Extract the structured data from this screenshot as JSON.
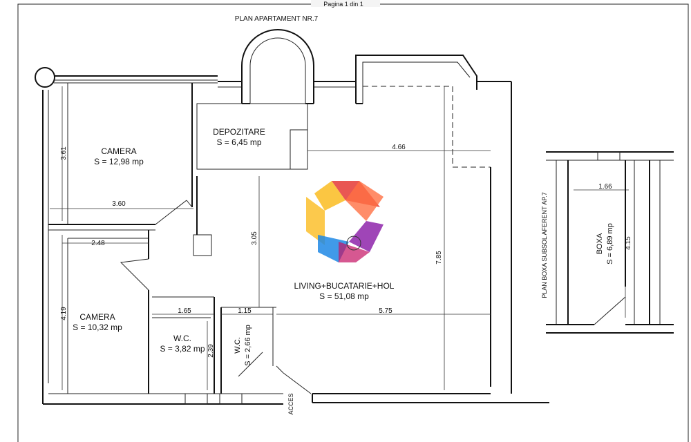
{
  "header": {
    "page_indicator": "Pagina 1 din 1",
    "title": "PLAN APARTAMENT NR.7"
  },
  "rooms": [
    {
      "name": "CAMERA",
      "area": "S = 12,98 mp"
    },
    {
      "name": "DEPOZITARE",
      "area": "S = 6,45 mp"
    },
    {
      "name": "CAMERA",
      "area": "S = 10,32 mp"
    },
    {
      "name": "W.C.",
      "area": "S = 3,82 mp"
    },
    {
      "name": "W.C.",
      "area": "S = 2,66 mp"
    },
    {
      "name": "LIVING+BUCATARIE+HOL",
      "area": "S = 51,08 mp"
    },
    {
      "name": "BOXA",
      "area": "S = 6,89 mp"
    }
  ],
  "dimensions": [
    "3.61",
    "3.60",
    "2.48",
    "4.19",
    "4.66",
    "3.05",
    "7.85",
    "1.65",
    "1.15",
    "2.39",
    "5.75",
    "1.66",
    "4.15"
  ],
  "labels": {
    "access": "ACCES",
    "storage_plan": "PLAN BOXA SUBSOL AFERENT AP.7"
  },
  "logo": {
    "colors": [
      "#e53935",
      "#fbc02d",
      "#1e88e5",
      "#8e24aa",
      "#43a047",
      "#ff7043"
    ]
  }
}
